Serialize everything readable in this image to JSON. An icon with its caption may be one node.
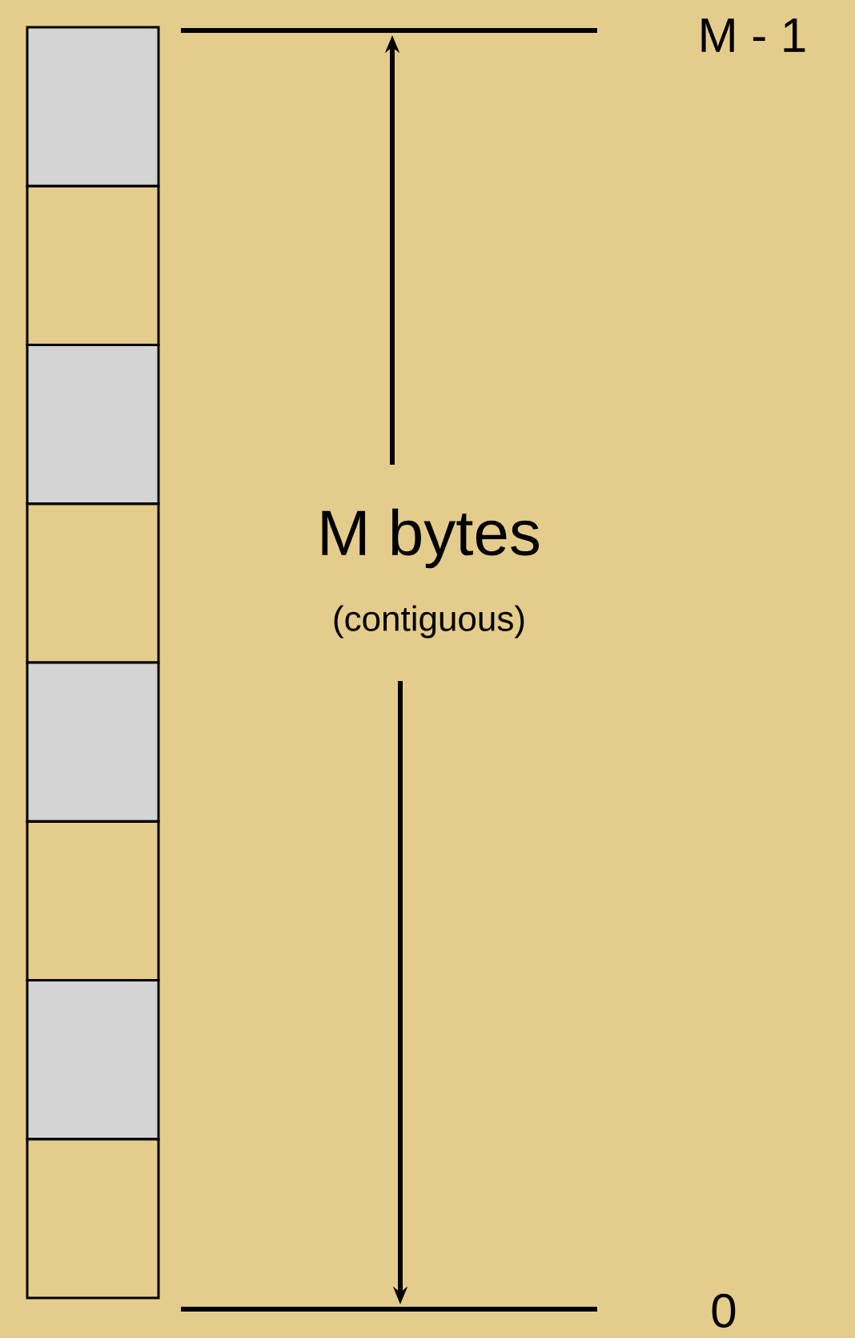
{
  "diagram": {
    "labels": [
      "M - 1",
      "M bytes",
      "(contiguous)",
      "0"
    ]
  }
}
